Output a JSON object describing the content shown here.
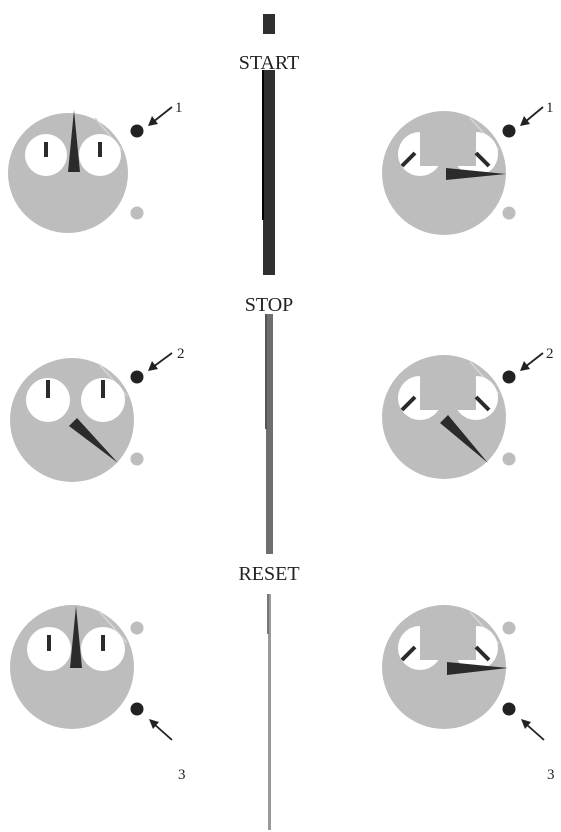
{
  "labels": {
    "start": "START",
    "stop": "STOP",
    "reset": "RESET"
  },
  "callouts": {
    "step1": "1",
    "step2": "2",
    "step3": "3"
  },
  "colors": {
    "dial": "#bdbdbd",
    "subdial": "#ffffff",
    "hand": "#2b2b2b",
    "button_active": "#222222",
    "button_inactive": "#bdbdbd",
    "bar_dark": "#2f2f2f",
    "bar_mid": "#6e6e6e",
    "bar_light": "#9a9a9a"
  }
}
